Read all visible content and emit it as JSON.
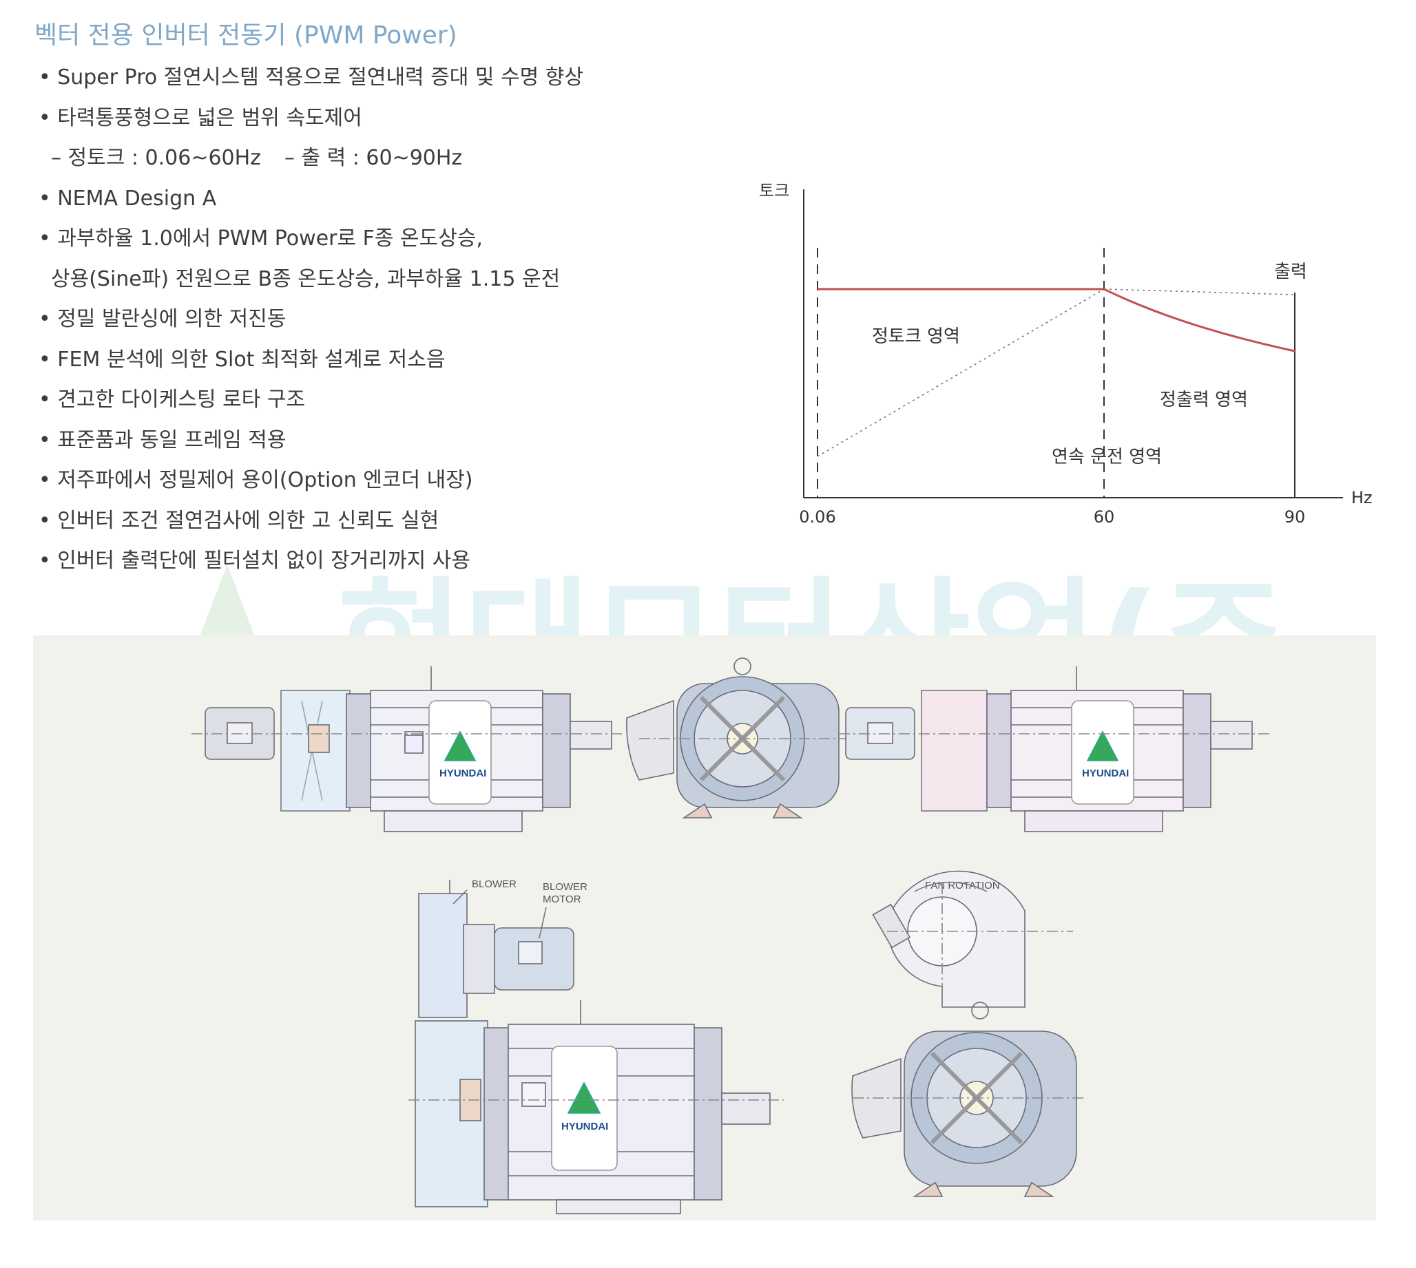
{
  "title": "벡터 전용 인버터 전동기 (PWM Power)",
  "bullets": [
    "Super Pro 절연시스템 적용으로 절연내력 증대 및 수명 향상",
    "타력통풍형으로 넓은 범위 속도제어",
    "NEMA Design A",
    "과부하율 1.0에서 PWM Power로 F종 온도상승,",
    "상용(Sine파) 전원으로 B종 온도상승, 과부하율 1.15 운전",
    "정밀 발란싱에 의한 저진동",
    "FEM 분석에 의한 Slot 최적화 설계로 저소음",
    "견고한 다이케스팅 로타 구조",
    "표준품과 동일 프레임 적용",
    "저주파에서 정밀제어 용이(Option 엔코더 내장)",
    "인버터 조건 절연검사에 의한 고 신뢰도 실현",
    "인버터 출력단에 필터설치 없이 장거리까지 사용"
  ],
  "sub_ranges": [
    "– 정토크 : 0.06~60Hz",
    "– 출 력 : 60~90Hz"
  ],
  "watermark": "현대모터산업(주)",
  "chart_data": {
    "type": "line",
    "xlabel": "Hz",
    "ylabel": "토크",
    "x_ticks": [
      "0.06",
      "60",
      "90"
    ],
    "series": [
      {
        "values": [
          [
            0.06,
            1.0
          ],
          [
            60,
            1.0
          ],
          [
            70,
            0.857
          ],
          [
            80,
            0.75
          ],
          [
            90,
            0.667
          ]
        ]
      }
    ],
    "reference_lines": [
      {
        "style": "dotted",
        "points": [
          [
            0.06,
            0.1
          ],
          [
            60,
            1.0
          ]
        ]
      },
      {
        "style": "dotted",
        "points": [
          [
            60,
            1.0
          ],
          [
            90,
            0.97
          ]
        ]
      }
    ],
    "vertical_markers": [
      {
        "x": 0.06,
        "style": "dashed"
      },
      {
        "x": 60,
        "style": "dashed"
      },
      {
        "x": 90,
        "style": "solid"
      }
    ],
    "annotations": [
      "정토크 영역",
      "정출력 영역",
      "연속 운전 영역",
      "출력"
    ],
    "grid": false,
    "colors": {
      "curve": "#c0504d",
      "axis": "#333333"
    }
  },
  "drawing_labels": {
    "brand": "HYUNDAI",
    "blower": "BLOWER",
    "blower_motor_line1": "BLOWER",
    "blower_motor_line2": "MOTOR",
    "fan_rotation": "FAN ROTATION"
  }
}
